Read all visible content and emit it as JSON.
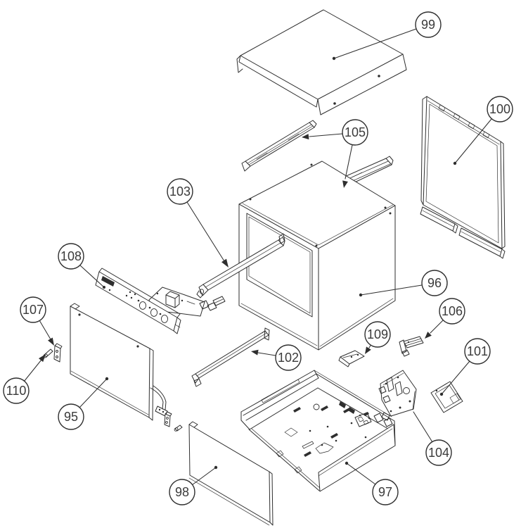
{
  "diagram": {
    "background_color": "#ffffff",
    "line_color": "#2e2e2e",
    "callouts": [
      {
        "label": "99"
      },
      {
        "label": "100"
      },
      {
        "label": "105"
      },
      {
        "label": "103"
      },
      {
        "label": "96"
      },
      {
        "label": "108"
      },
      {
        "label": "107"
      },
      {
        "label": "110"
      },
      {
        "label": "95"
      },
      {
        "label": "102"
      },
      {
        "label": "109"
      },
      {
        "label": "106"
      },
      {
        "label": "101"
      },
      {
        "label": "104"
      },
      {
        "label": "98"
      },
      {
        "label": "97"
      }
    ]
  }
}
